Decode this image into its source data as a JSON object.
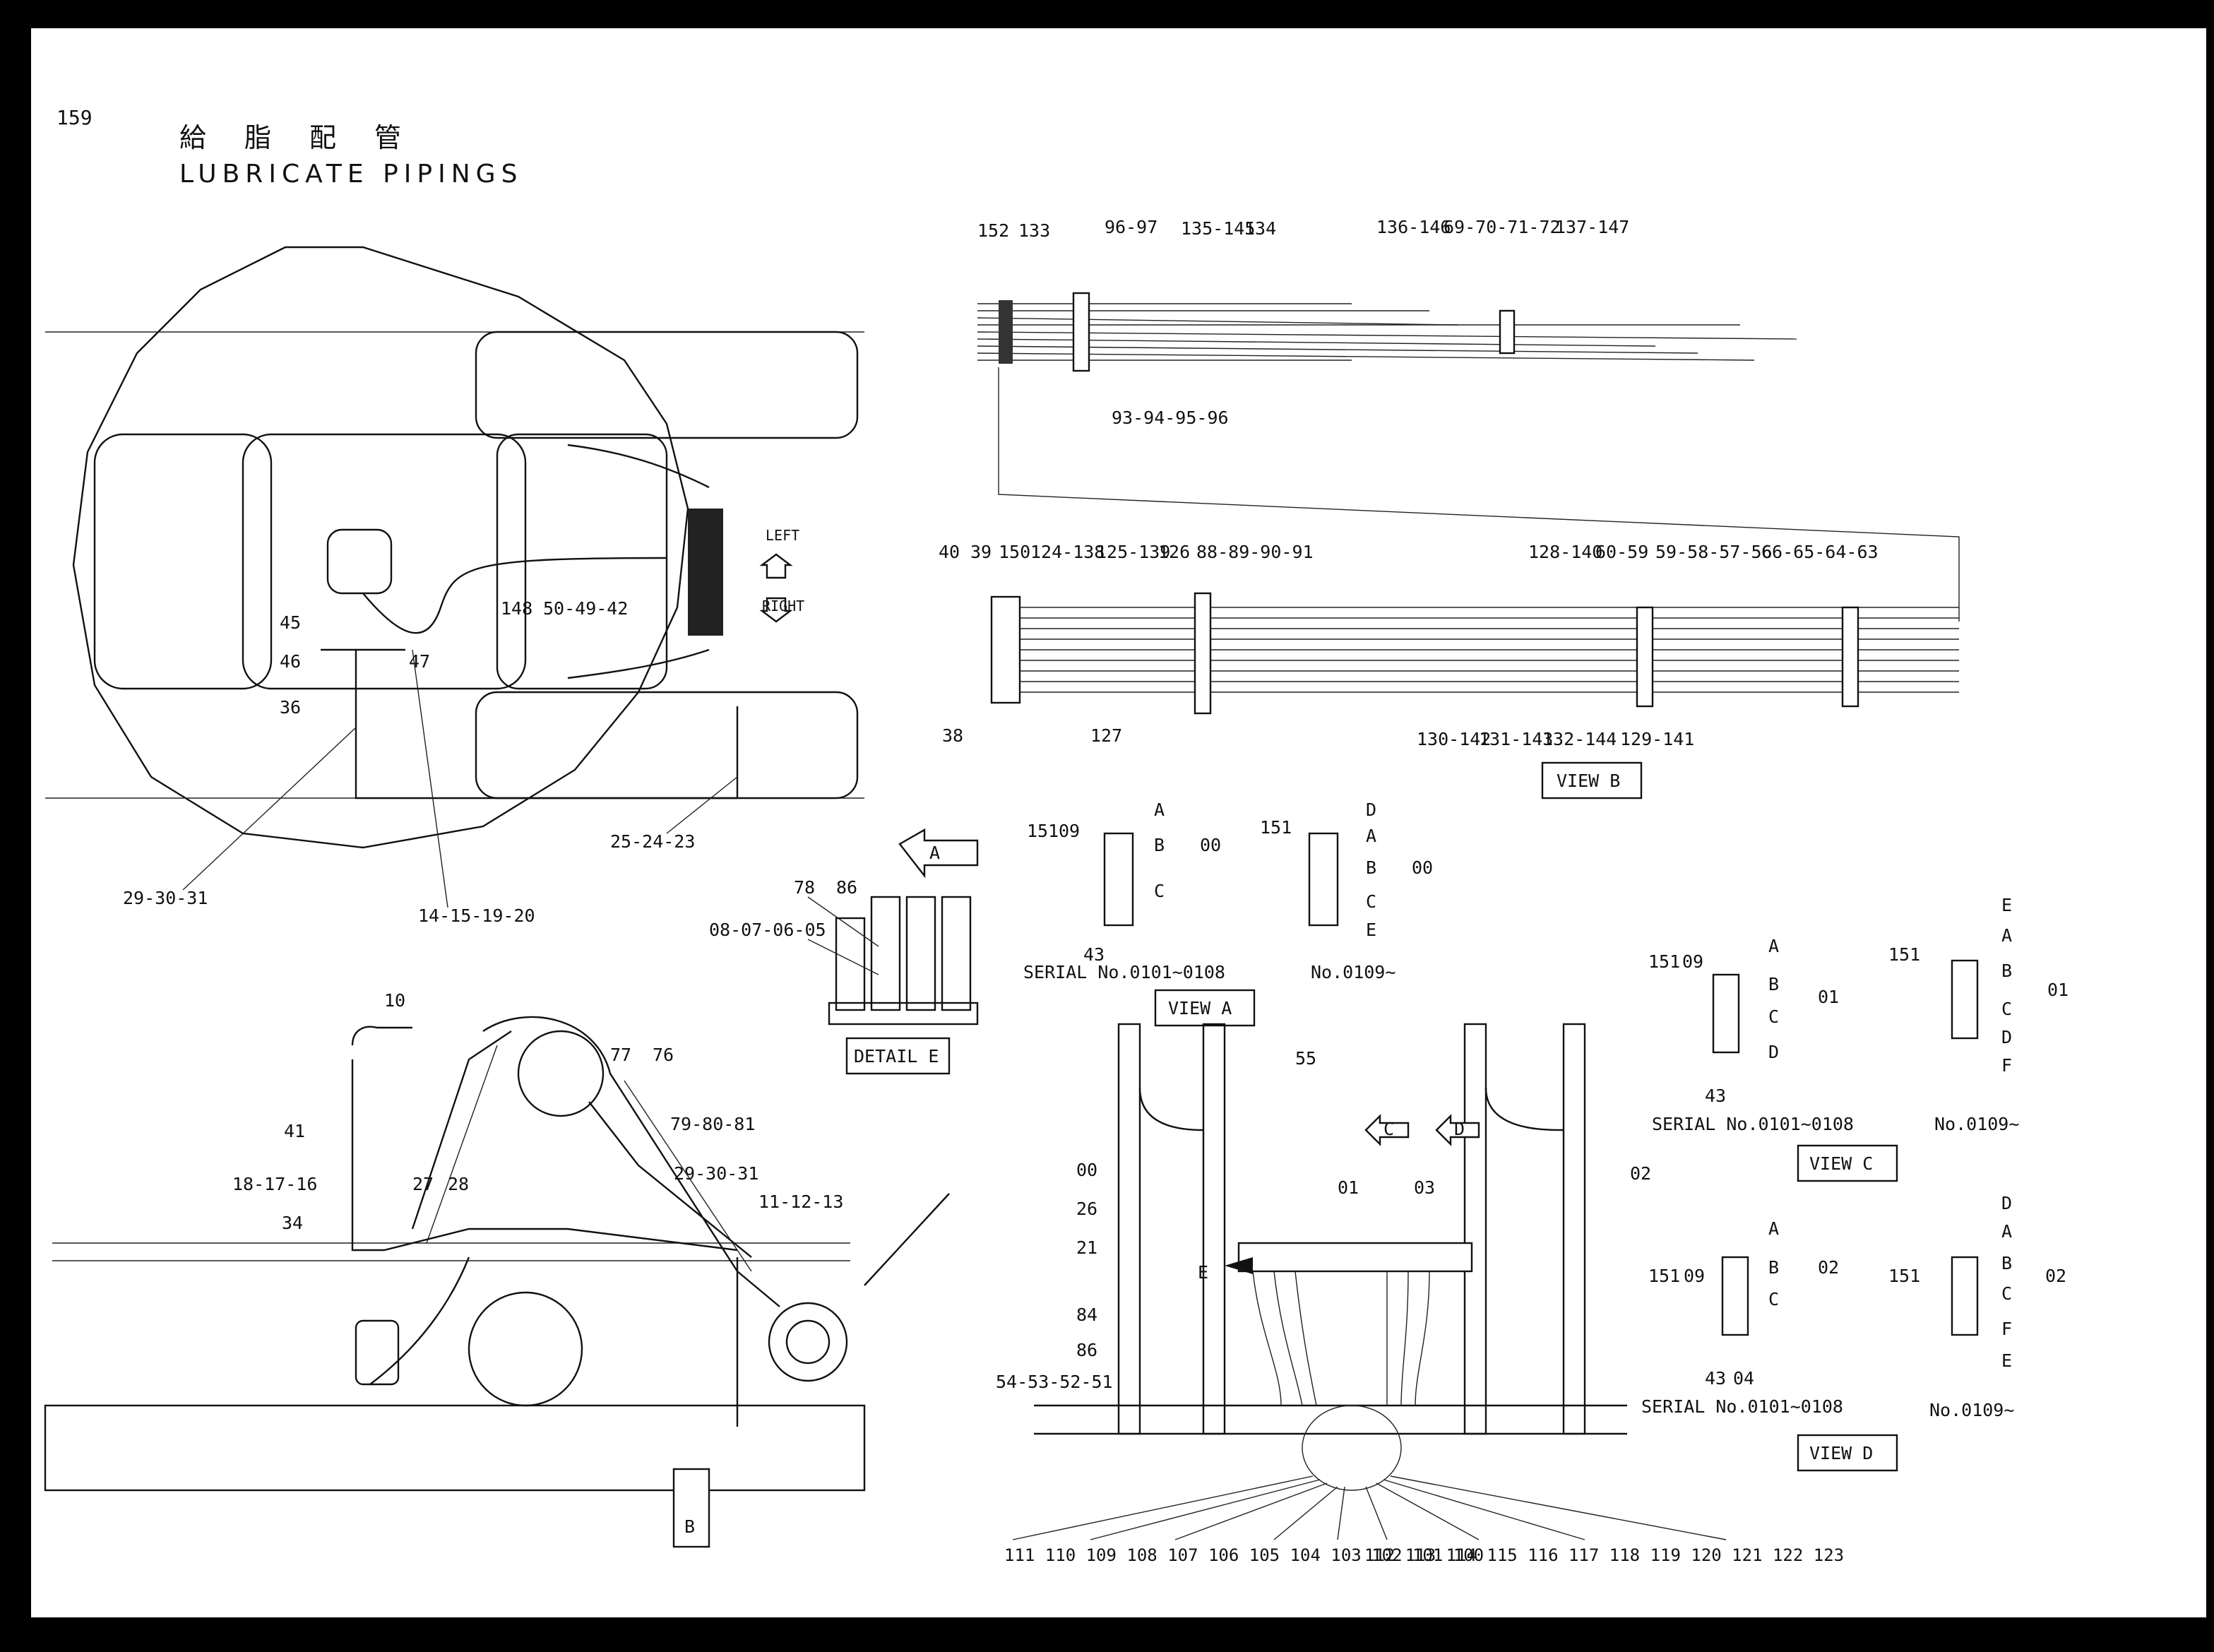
{
  "header": {
    "page_number": "159",
    "title_jp": "給　脂　配　管",
    "title_en": "LUBRICATE PIPINGS"
  },
  "arrows": {
    "left": "LEFT",
    "right": "RIGHT"
  },
  "callouts_a": {
    "v1": "A",
    "v2": "B",
    "v3": "C",
    "v4": "D",
    "v5": "E"
  },
  "views": {
    "a": "VIEW A",
    "b": "VIEW B",
    "c": "VIEW C",
    "d": "VIEW D",
    "detail_e": "DETAIL E",
    "e_arrow": "E"
  },
  "plan_labels": {
    "l45": "45",
    "l46": "46",
    "l47": "47",
    "l36": "36",
    "l148": "148",
    "l50": "50-49-42",
    "l29": "29-30-31",
    "l14": "14-15-19-20",
    "l25": "25-24-23"
  },
  "side_labels": {
    "l10": "10",
    "l41": "41",
    "l18": "18-17-16",
    "l34": "34",
    "l27": "27",
    "l28": "28",
    "l77": "77",
    "l76": "76",
    "l79": "79-80-81",
    "l29b": "29-30-31",
    "l11": "11-12-13"
  },
  "detail_labels": {
    "l78": "78",
    "l86": "86",
    "l08": "08-07-06-05"
  },
  "viewb_top": {
    "l152": "152",
    "l133": "133",
    "l96": "96-97",
    "l135": "135-145",
    "l134": "134",
    "l136": "136-146",
    "l69": "69-70-71-72",
    "l137": "137-147",
    "l93": "93-94-95-96"
  },
  "viewb_bottom": {
    "l40": "40",
    "l39": "39",
    "l150": "150",
    "l124": "124-138",
    "l125": "125-139",
    "l126": "126",
    "l88": "88-89-90-91",
    "l128": "128-140",
    "l60": "60-59",
    "l59": "59-58-57-56",
    "l66": "66-65-64-63",
    "l38": "38",
    "l127": "127",
    "l130": "130-142",
    "l131": "131-143",
    "l132": "132-144",
    "l129": "129-141"
  },
  "valve_labels": {
    "l151": "151",
    "l09": "09",
    "l43": "43",
    "l04": "04",
    "l00": "00",
    "l01": "01",
    "l02": "02",
    "serial": "SERIAL No.0101~0108",
    "no0109": "No.0109~",
    "f": "F"
  },
  "center_labels": {
    "l55": "55",
    "l00": "00",
    "l26": "26",
    "l21": "21",
    "l84": "84",
    "l86": "86",
    "l54": "54-53-52-51",
    "l01": "01",
    "l03": "03",
    "l02": "02",
    "bottom_left": "111 110 109 108 107 106 105 104 103 102 101 100",
    "bottom_right": "112 113 114 115 116 117 118 119 120 121 122 123"
  }
}
